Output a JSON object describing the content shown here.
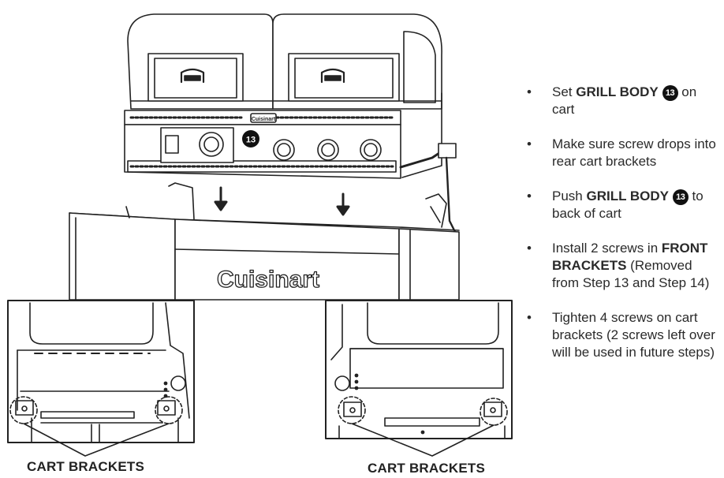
{
  "illustration": {
    "brand_front": "Cuisinart",
    "brand_plate": "Cuisinart",
    "callout": "13"
  },
  "captions": {
    "left": "CART BRACKETS",
    "right": "CART BRACKETS"
  },
  "steps": [
    {
      "before": "Set ",
      "bold": "GRILL BODY",
      "badge": "13",
      "after": " on cart"
    },
    {
      "before": "Make sure screw drops into rear cart brackets",
      "bold": "",
      "badge": "",
      "after": ""
    },
    {
      "before": "Push ",
      "bold": "GRILL BODY",
      "badge": "13",
      "after": " to back of cart"
    },
    {
      "before": "Install 2 screws in ",
      "bold": "FRONT BRACKETS",
      "badge": "",
      "after": " (Removed from Step 13 and Step 14)"
    },
    {
      "before": "Tighten 4 screws on cart brackets (2 screws left over will be used in future steps)",
      "bold": "",
      "badge": "",
      "after": ""
    }
  ]
}
